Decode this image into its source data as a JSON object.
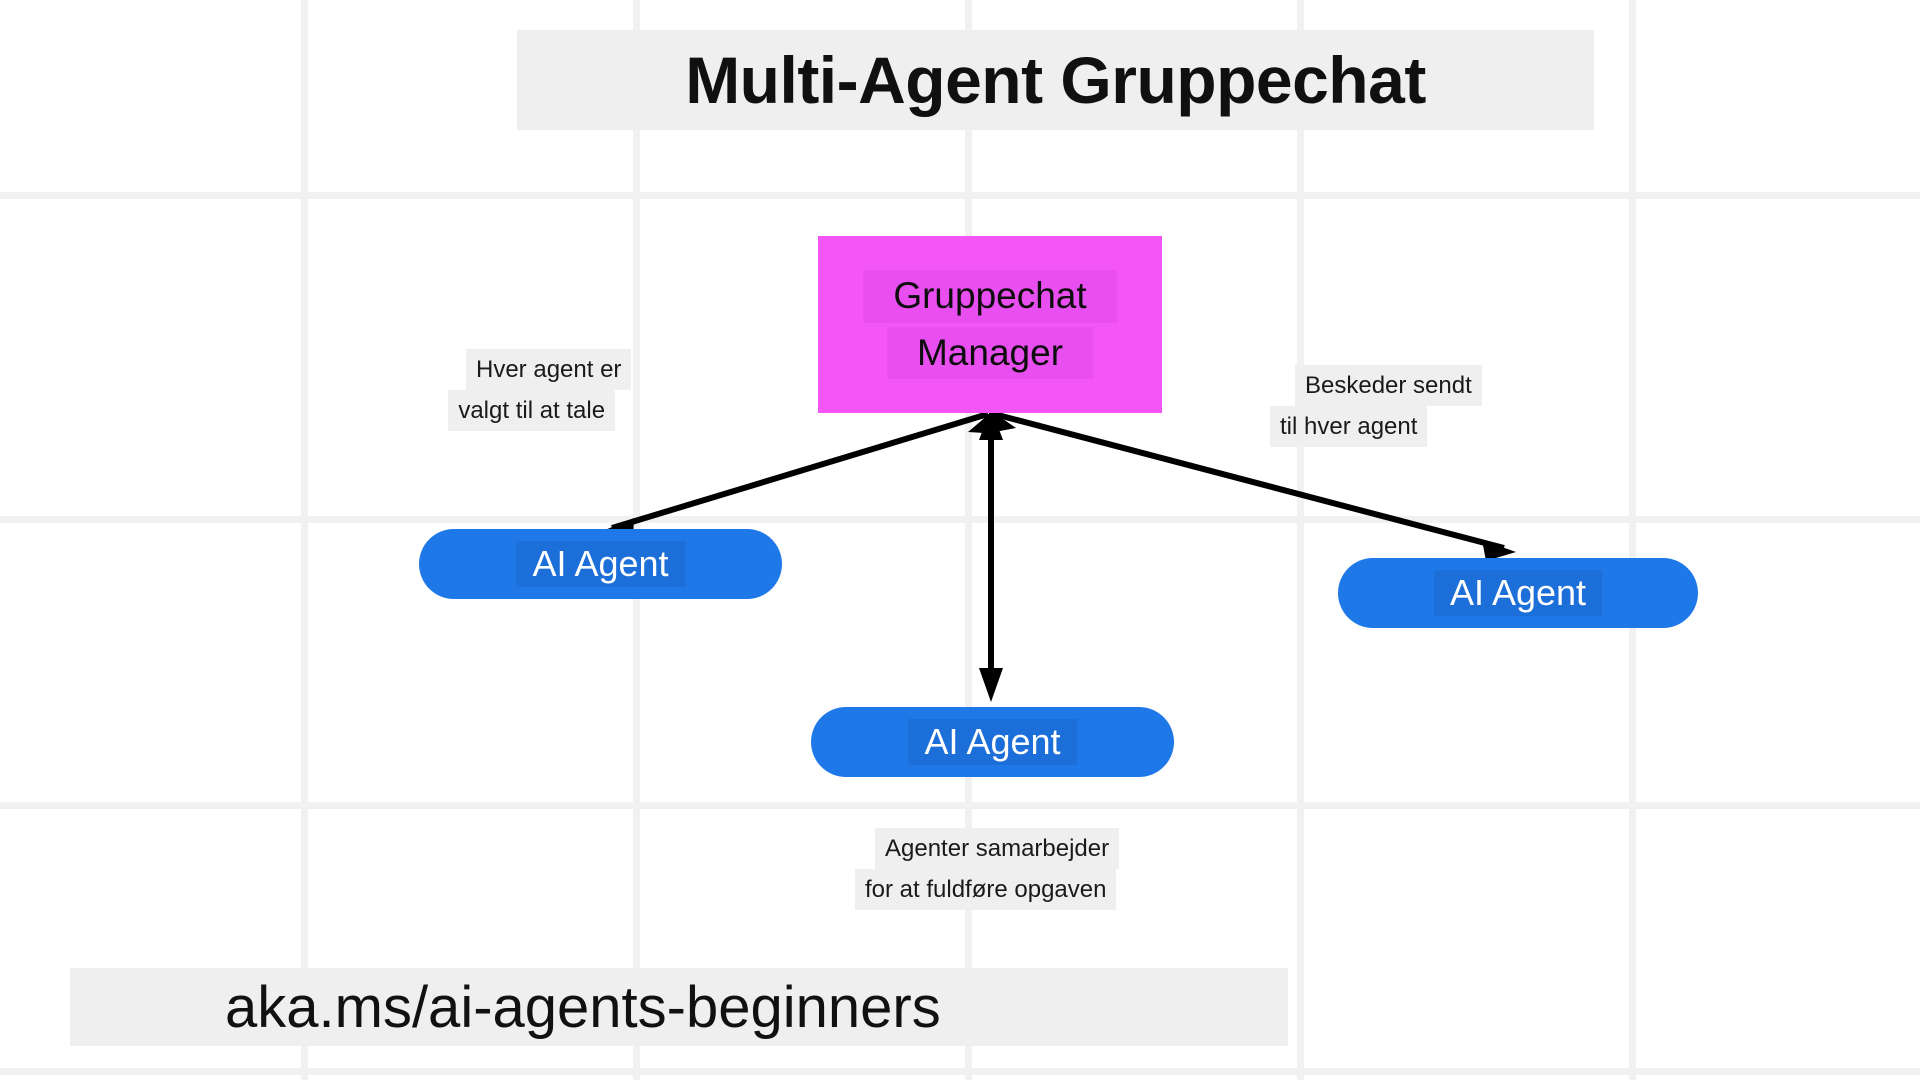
{
  "diagram": {
    "title": "Multi-Agent Gruppechat",
    "footer": "aka.ms/ai-agents-beginners",
    "colors": {
      "manager_fill": "#F455F7",
      "manager_label_fill": "#E94EF0",
      "agent_fill": "#1F78E8",
      "agent_label_fill": "#1C6FD9",
      "text_highlight": "#EFEFEF",
      "grid_line": "#F1F1F1",
      "arrow": "#000000",
      "background": "#FFFFFF"
    },
    "manager": {
      "name": "gruppechat-manager",
      "line1": "Gruppechat",
      "line2": "Manager"
    },
    "agents": [
      {
        "id": "agent-left",
        "label": "AI Agent"
      },
      {
        "id": "agent-right",
        "label": "AI Agent"
      },
      {
        "id": "agent-mid",
        "label": "AI Agent"
      }
    ],
    "annotations": {
      "left": {
        "line1": "Hver agent er",
        "line2": "valgt til at tale"
      },
      "right": {
        "line1": "Beskeder sendt",
        "line2": "til hver agent"
      },
      "bottom": {
        "line1": "Agenter samarbejder",
        "line2": "for at fuldføre opgaven"
      }
    },
    "connections": [
      {
        "from": "gruppechat-manager",
        "to": "agent-left",
        "direction": "bidirectional"
      },
      {
        "from": "gruppechat-manager",
        "to": "agent-right",
        "direction": "bidirectional"
      },
      {
        "from": "gruppechat-manager",
        "to": "agent-mid",
        "direction": "bidirectional"
      }
    ]
  }
}
